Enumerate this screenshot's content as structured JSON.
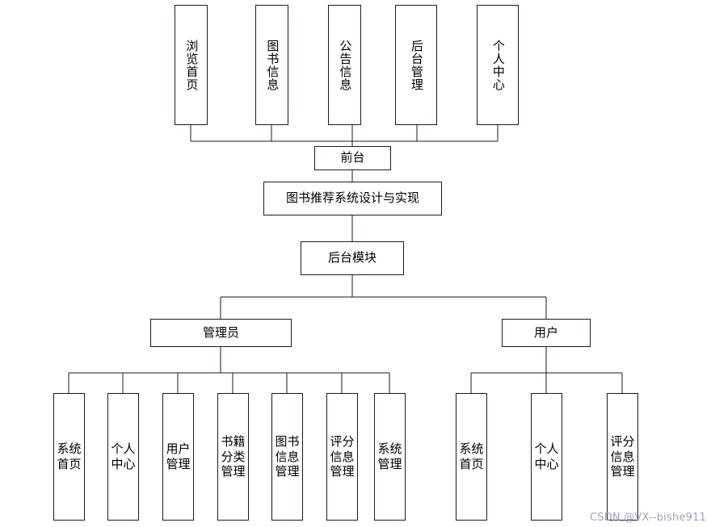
{
  "diagram": {
    "title": "图书推荐系统设计与实现",
    "watermark": "CSDN @VX--bishe911",
    "front_label": "前台",
    "backend_label": "后台模块",
    "admin_label": "管理员",
    "user_label": "用户",
    "front_modules": [
      {
        "label": "浏览首页"
      },
      {
        "label": "图书信息"
      },
      {
        "label": "公告信息"
      },
      {
        "label": "后台管理"
      },
      {
        "label": "个人中心"
      }
    ],
    "admin_modules": [
      {
        "label": "系统首页"
      },
      {
        "label": "个人中心"
      },
      {
        "label": "用户管理"
      },
      {
        "label": "书籍分类管理"
      },
      {
        "label": "图书信息管理"
      },
      {
        "label": "评分信息管理"
      },
      {
        "label": "系统管理"
      }
    ],
    "user_modules": [
      {
        "label": "系统首页"
      },
      {
        "label": "个人中心"
      },
      {
        "label": "评分信息管理"
      }
    ]
  }
}
